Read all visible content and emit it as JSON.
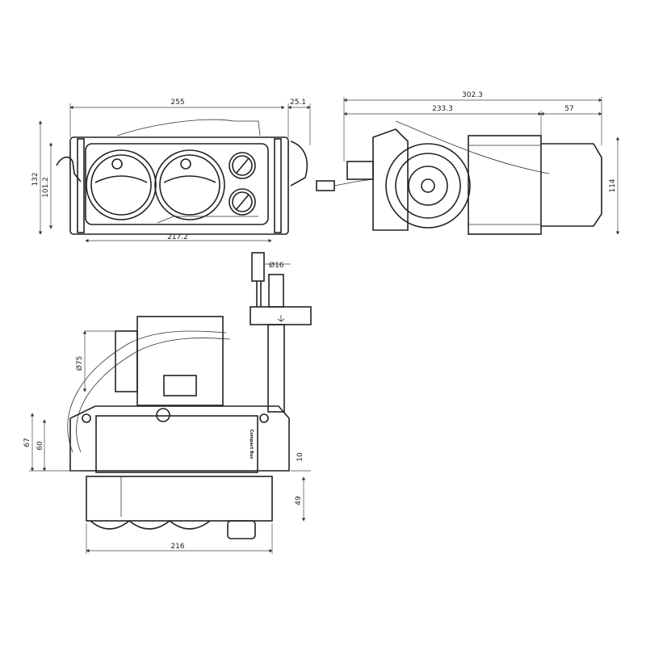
{
  "front_view": {
    "dims": {
      "width_total": "255",
      "connector_offset": "25.1",
      "height_total": "132",
      "height_panel": "101.2",
      "panel_width": "217.2"
    }
  },
  "side_view": {
    "dims": {
      "length_total": "302.3",
      "length_body": "233.3",
      "motor_length": "57",
      "height": "114"
    }
  },
  "top_view": {
    "dims": {
      "pipe_diameter": "Ø16",
      "motor_diameter": "Ø75",
      "height_67": "67",
      "height_60": "60",
      "flange_10": "10",
      "fan_49": "49",
      "width": "216"
    },
    "label": "Compact Bus"
  }
}
